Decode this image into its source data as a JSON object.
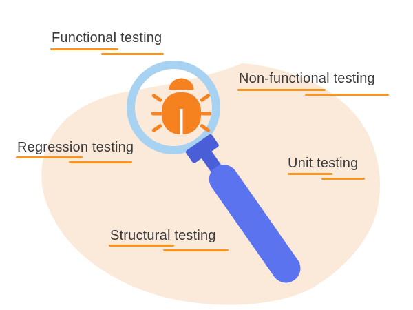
{
  "illustration": {
    "name": "software-testing-types",
    "labels": [
      {
        "text": "Functional testing"
      },
      {
        "text": "Non-functional testing"
      },
      {
        "text": "Regression testing"
      },
      {
        "text": "Unit testing"
      },
      {
        "text": "Structural testing"
      }
    ],
    "icons": [
      {
        "name": "magnifier-icon",
        "description": "magnifying glass with handle"
      },
      {
        "name": "bug-icon",
        "description": "bug inside magnifier lens"
      }
    ],
    "colors": {
      "background": "#FFFFFF",
      "blob": "#FBEADA",
      "underline": "#F9941D",
      "bug": "#F5821F",
      "lens_ring": "#A8D2F2",
      "handle": "#5B73EE",
      "handle_collar": "#4A5ED8",
      "text": "#3A3A3A"
    }
  }
}
